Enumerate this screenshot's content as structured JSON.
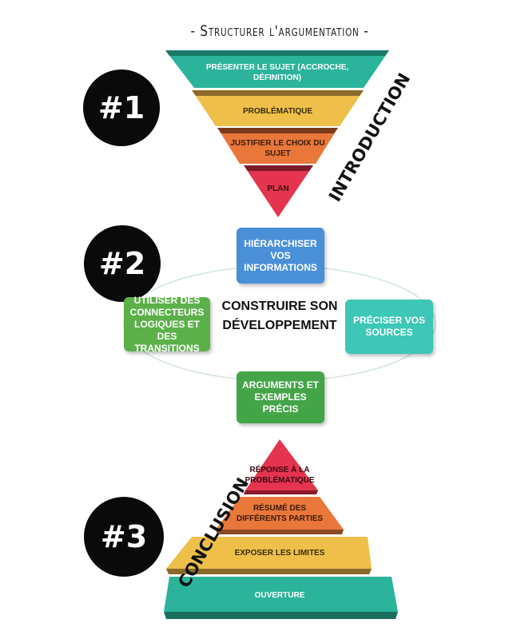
{
  "title": "- Structurer l'argumentation -",
  "colors": {
    "teal": "#2bb39b",
    "yellow": "#eec04a",
    "orange": "#e9773a",
    "red": "#e4344f",
    "blue": "#4a90d9",
    "green": "#5cb04a",
    "cyan": "#3cc7b6"
  },
  "introduction": {
    "badge": "#1",
    "label": "INTRODUCTION",
    "steps": [
      "PRÉSENTER LE SUJET (ACCROCHE, DÉFINITION)",
      "PROBLÉMATIQUE",
      "JUSTIFIER LE CHOIX DU SUJET",
      "PLAN"
    ]
  },
  "development": {
    "badge": "#2",
    "center": "CONSTRUIRE SON DÉVELOPPEMENT",
    "top": "HIÉRARCHISER VOS INFORMATIONS",
    "right": "PRÉCISER VOS SOURCES",
    "bottom": "ARGUMENTS ET EXEMPLES PRÉCIS",
    "left": "UTILISER DES CONNECTEURS LOGIQUES ET DES TRANSITIONS"
  },
  "conclusion": {
    "badge": "#3",
    "label": "CONCLUSION",
    "steps": [
      "RÉPONSE À LA PROBLÉMATIQUE",
      "RÉSUMÉ DES DIFFÉRENTS PARTIES",
      "EXPOSER LES LIMITES",
      "OUVERTURE"
    ]
  }
}
